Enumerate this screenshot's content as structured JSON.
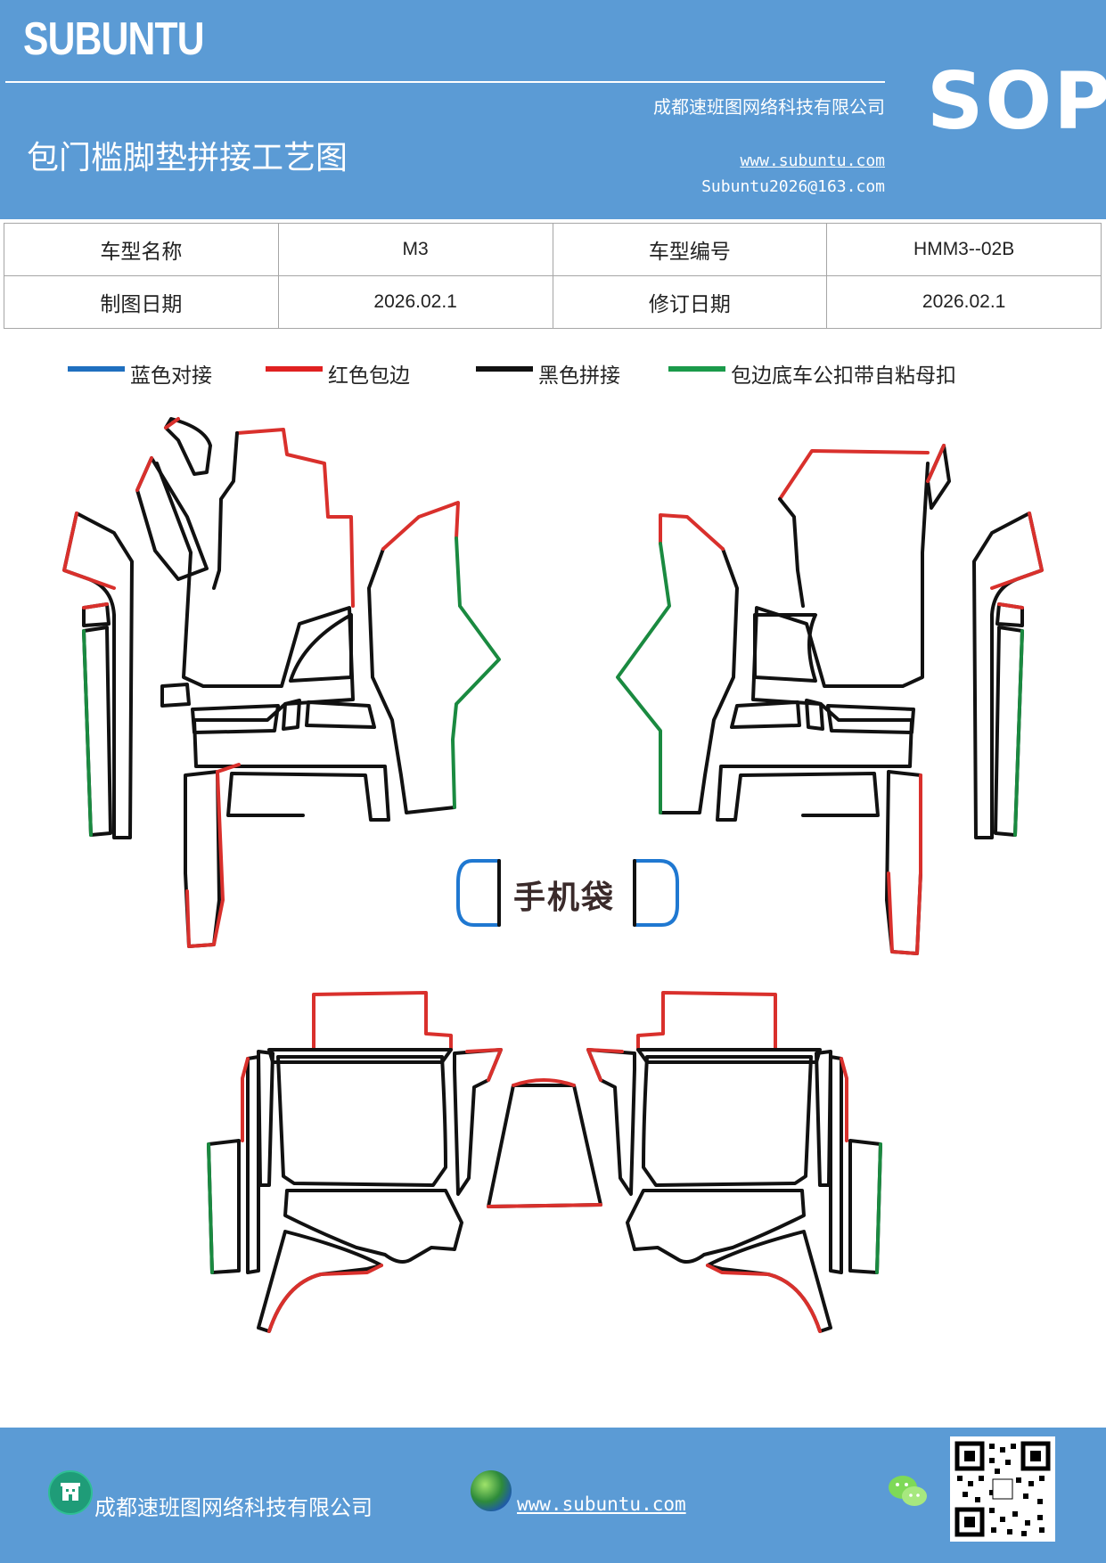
{
  "header": {
    "brand": "SUBUNTU",
    "sop": "SOP",
    "company": "成都速班图网络科技有限公司",
    "title": "包门槛脚垫拼接工艺图",
    "website": "www.subuntu.com",
    "email": "Subuntu2026@163.com"
  },
  "info_table": {
    "rows": [
      [
        "车型名称",
        "M3",
        "车型编号",
        "HMM3--02B"
      ],
      [
        "制图日期",
        "2026.02.1",
        "修订日期",
        "2026.02.1"
      ]
    ]
  },
  "legend": [
    {
      "label": "蓝色对接",
      "color": "#1f6fbf"
    },
    {
      "label": "红色包边",
      "color": "#e02020"
    },
    {
      "label": "黑色拼接",
      "color": "#111111"
    },
    {
      "label": "包边底车公扣带自粘母扣",
      "color": "#1a9a4a"
    }
  ],
  "diagram": {
    "phone_pocket_label": "手机袋",
    "colors": {
      "blue": "#1f78d1",
      "red": "#d9302c",
      "black": "#111111",
      "green": "#1a8a40"
    }
  },
  "footer": {
    "company": "成都速班图网络科技有限公司",
    "website": "www.subuntu.com",
    "icons": [
      "building-icon",
      "globe-icon",
      "wechat-icon",
      "qr-code"
    ]
  }
}
